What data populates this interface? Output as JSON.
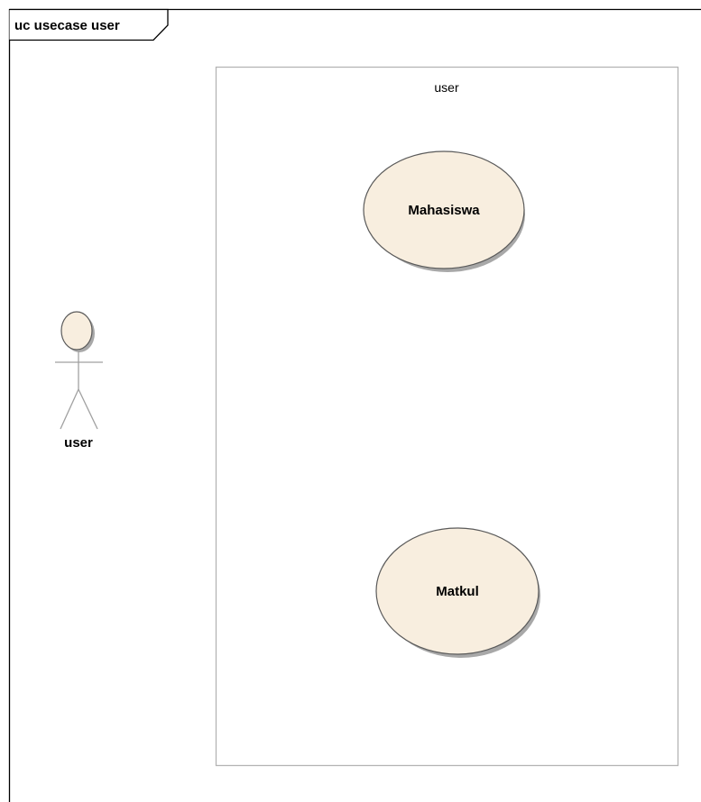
{
  "diagram": {
    "frame_title": "uc usecase user",
    "system_boundary": {
      "title": "user"
    },
    "actors": [
      {
        "name": "user"
      }
    ],
    "use_cases": [
      {
        "name": "Mahasiswa"
      },
      {
        "name": "Matkul"
      }
    ]
  },
  "colors": {
    "usecase_fill": "#f8eedf",
    "actor_fill": "#f8eedf",
    "shadow": "#a8a8a8",
    "boundary_stroke": "#b4b4b4",
    "frame_stroke": "#000000"
  }
}
